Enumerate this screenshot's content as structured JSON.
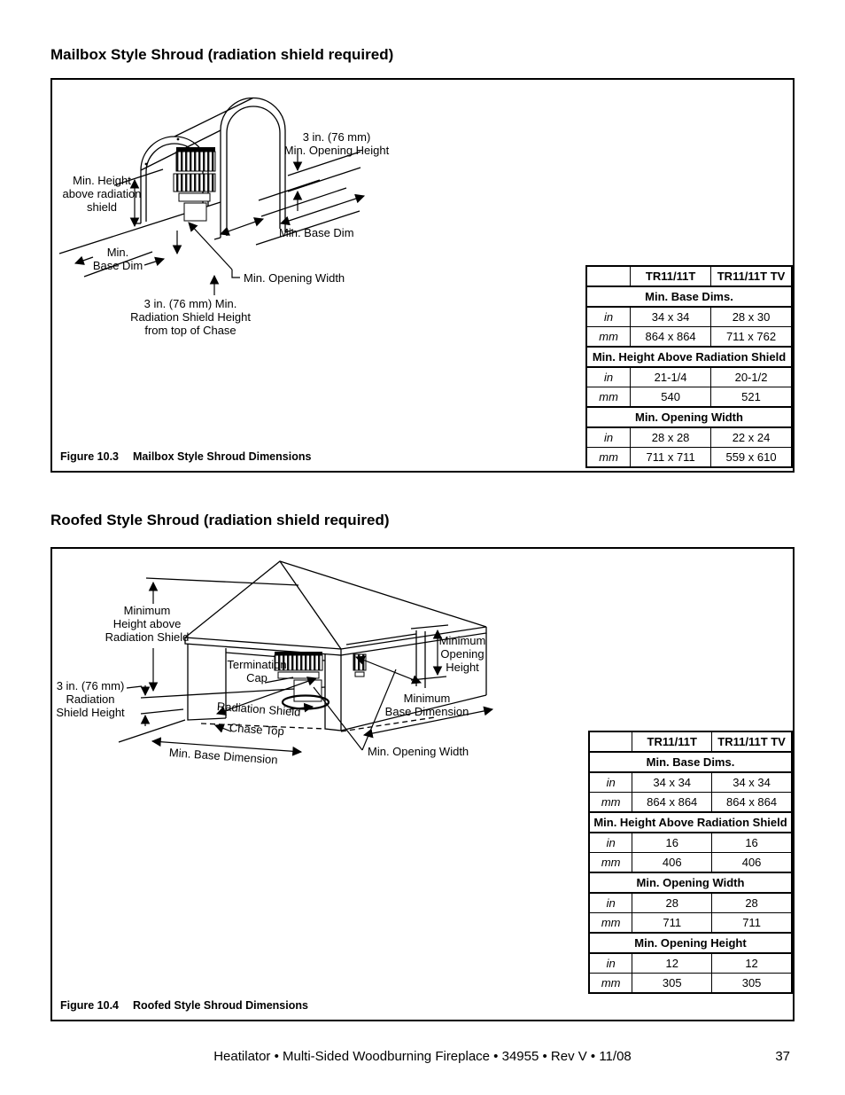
{
  "figure1": {
    "title": "Mailbox Style Shroud (radiation shield required)",
    "caption_label": "Figure 10.3",
    "caption_text": "Mailbox Style Shroud Dimensions",
    "labels": {
      "opening_height": "3 in. (76 mm)\nMin. Opening Height",
      "height_above_shield": "Min. Height\nabove radiation\nshield",
      "base_dim_right": "Min. Base Dim",
      "base_dim_left": "Min.\nBase Dim",
      "opening_width": "Min. Opening Width",
      "shield_height": "3 in. (76 mm) Min.\nRadiation Shield Height\nfrom top of Chase"
    },
    "table": {
      "headers": [
        "",
        "TR11/11T",
        "TR11/11T TV"
      ],
      "sections": [
        {
          "title": "Min. Base Dims.",
          "rows": [
            [
              "in",
              "34 x 34",
              "28 x 30"
            ],
            [
              "mm",
              "864 x 864",
              "711 x 762"
            ]
          ]
        },
        {
          "title": "Min. Height Above Radiation Shield",
          "rows": [
            [
              "in",
              "21-1/4",
              "20-1/2"
            ],
            [
              "mm",
              "540",
              "521"
            ]
          ]
        },
        {
          "title": "Min. Opening Width",
          "rows": [
            [
              "in",
              "28 x 28",
              "22 x 24"
            ],
            [
              "mm",
              "711 x 711",
              "559 x 610"
            ]
          ]
        }
      ]
    }
  },
  "figure2": {
    "title": "Roofed Style Shroud (radiation shield required)",
    "caption_label": "Figure 10.4",
    "caption_text": "Roofed Style Shroud Dimensions",
    "labels": {
      "height_above_shield": "Minimum\nHeight above\nRadiation Shield",
      "opening_height": "Minimum\nOpening\nHeight",
      "termination_cap": "Termination\nCap",
      "shield_height": "3 in. (76 mm)\nRadiation\nShield Height",
      "radiation_shield": "Radiation Shield",
      "chase_top": "Chase Top",
      "base_dim_left": "Min. Base Dimension",
      "base_dim_right": "Minimum\nBase Dimension",
      "opening_width": "Min. Opening Width"
    },
    "table": {
      "headers": [
        "",
        "TR11/11T",
        "TR11/11T TV"
      ],
      "sections": [
        {
          "title": "Min. Base Dims.",
          "rows": [
            [
              "in",
              "34 x 34",
              "34 x 34"
            ],
            [
              "mm",
              "864 x 864",
              "864 x 864"
            ]
          ]
        },
        {
          "title": "Min. Height Above Radiation Shield",
          "rows": [
            [
              "in",
              "16",
              "16"
            ],
            [
              "mm",
              "406",
              "406"
            ]
          ]
        },
        {
          "title": "Min. Opening Width",
          "rows": [
            [
              "in",
              "28",
              "28"
            ],
            [
              "mm",
              "711",
              "711"
            ]
          ]
        },
        {
          "title": "Min. Opening Height",
          "rows": [
            [
              "in",
              "12",
              "12"
            ],
            [
              "mm",
              "305",
              "305"
            ]
          ]
        }
      ]
    }
  },
  "footer": {
    "text": "Heatilator • Multi-Sided Woodburning Fireplace • 34955 • Rev V • 11/08",
    "page_number": "37"
  }
}
